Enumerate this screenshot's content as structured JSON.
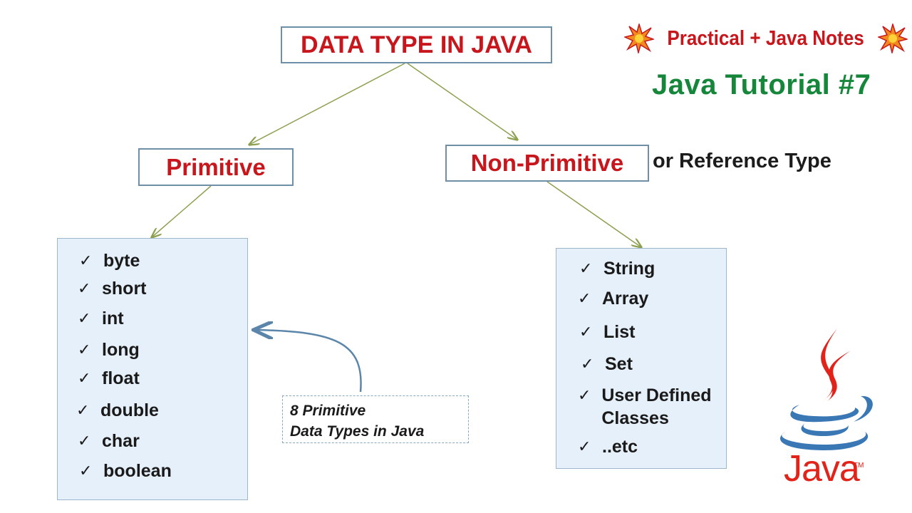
{
  "title": "DATA TYPE IN JAVA",
  "header": {
    "notes_label": "Practical + Java Notes",
    "tutorial_label": "Java Tutorial #7"
  },
  "primitive": {
    "label": "Primitive",
    "items": [
      "byte",
      "short",
      "int",
      "long",
      "float",
      "double",
      "char",
      "boolean"
    ]
  },
  "non_primitive": {
    "label": "Non-Primitive",
    "alt_label": "or Reference Type",
    "items": [
      "String",
      "Array",
      "List",
      "Set",
      "User Defined Classes",
      "..etc"
    ]
  },
  "callout": {
    "line1": "8 Primitive",
    "line2": "Data Types in Java"
  },
  "logo": {
    "text": "Java",
    "trademark": "TM"
  },
  "check_mark": "✓",
  "colors": {
    "box_text": "#c8161d",
    "box_border": "#6f8fa6",
    "panel_bg": "#e6f0fa",
    "connector": "#8ca050",
    "callout_arrow": "#5b86aa",
    "tutorial": "#15863a",
    "java_red": "#e2231a",
    "java_blue": "#3a78b5"
  }
}
